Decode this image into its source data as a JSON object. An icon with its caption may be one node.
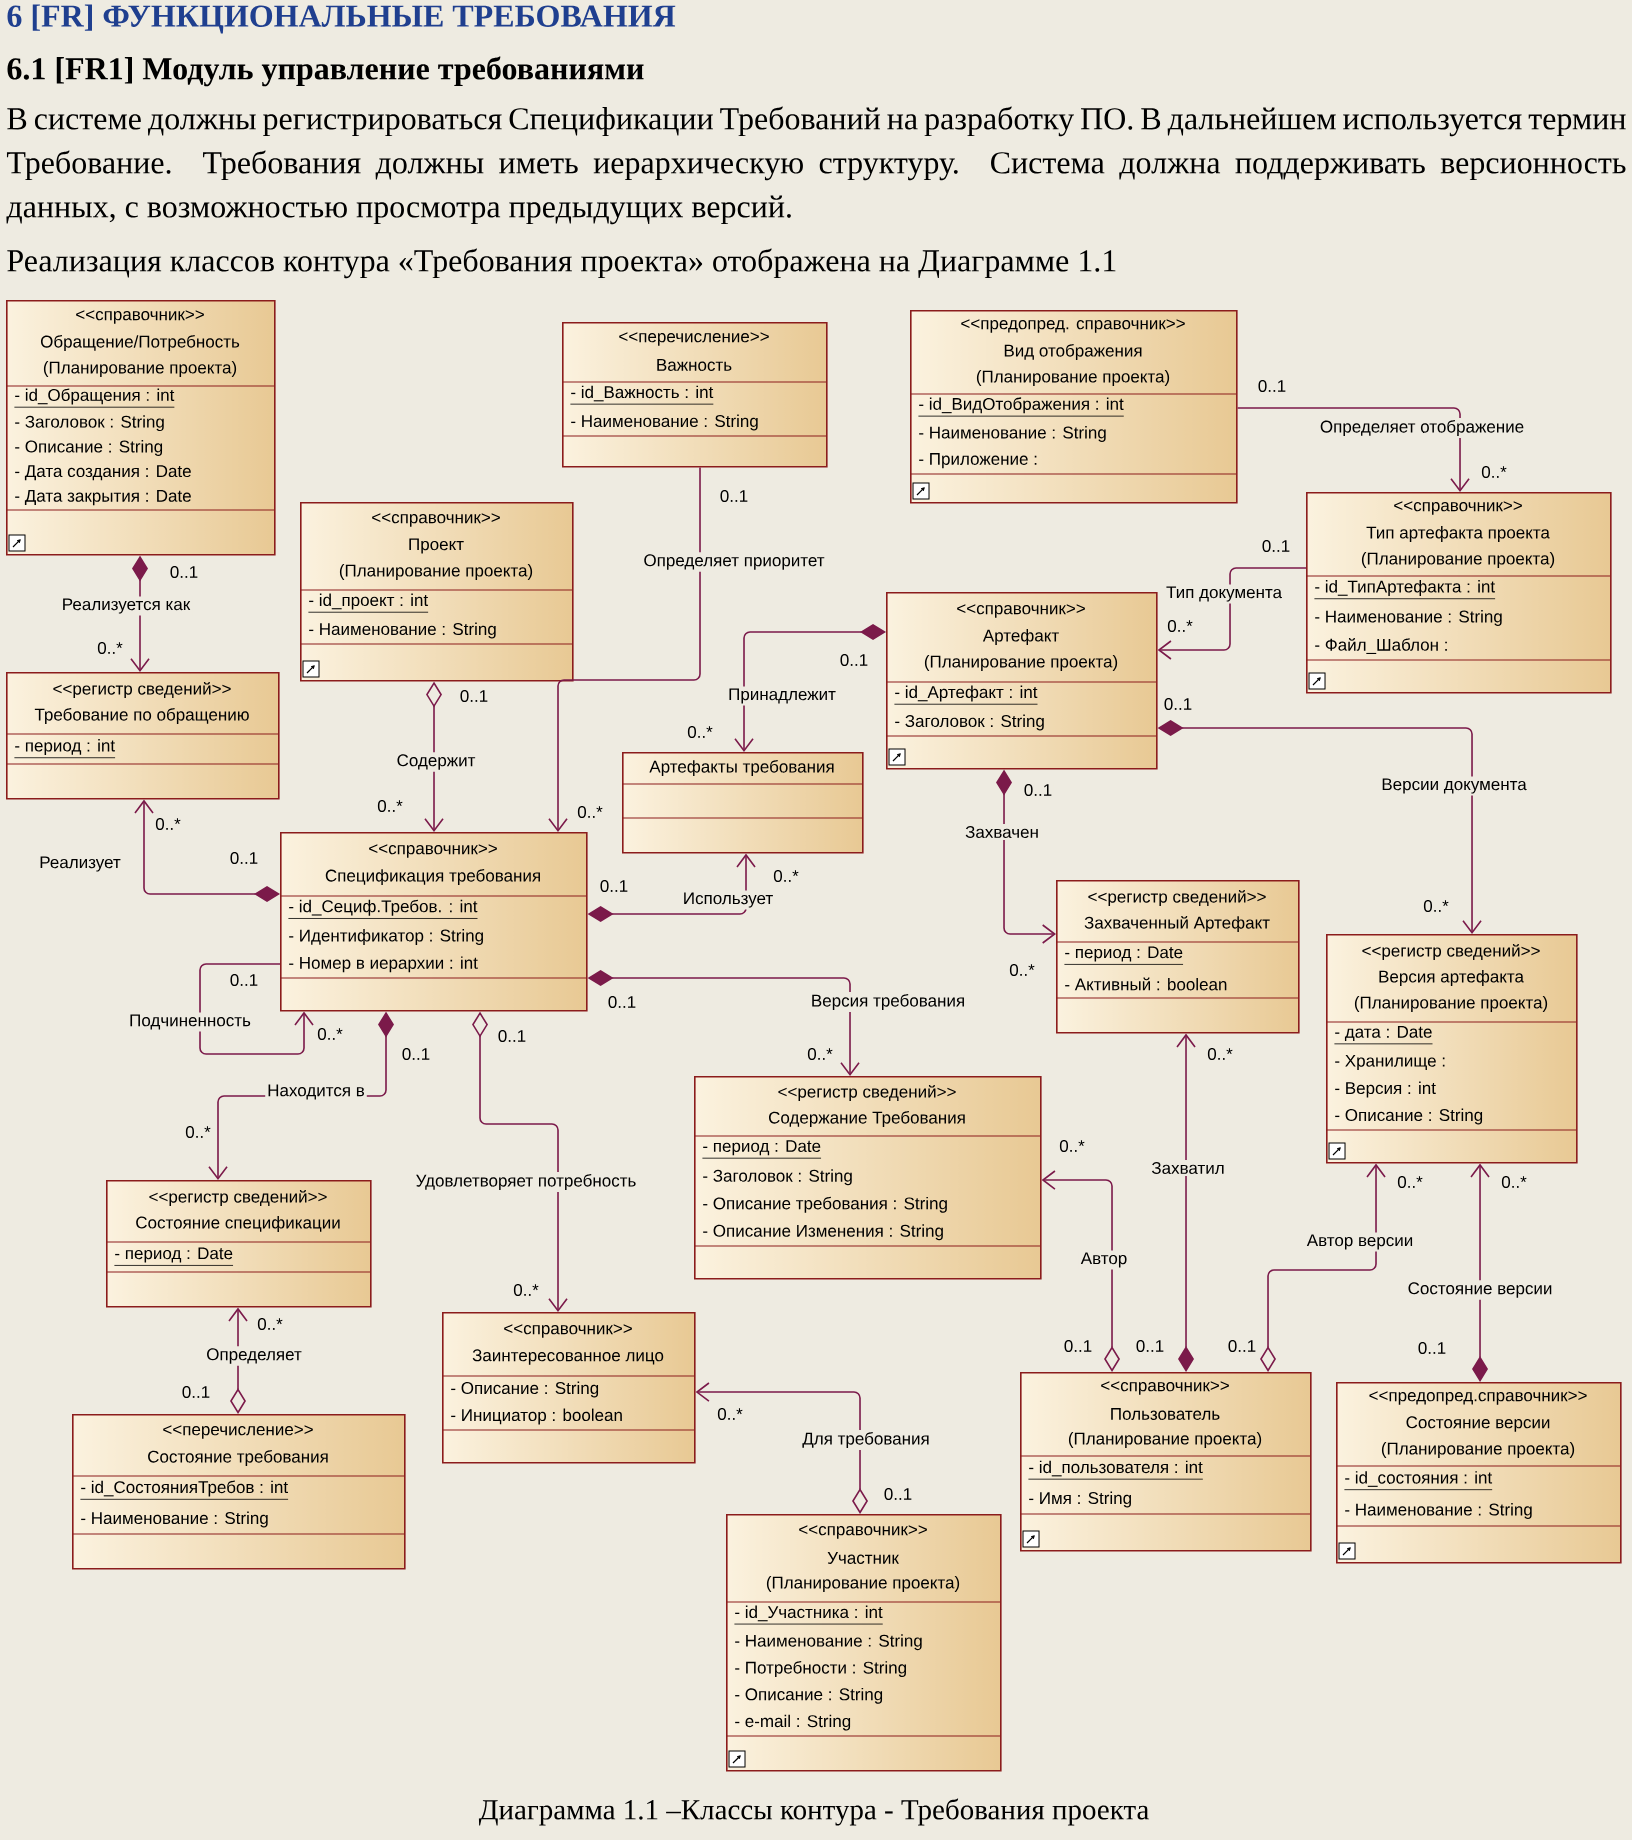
{
  "diagram": {
    "title": "6 [FR] ФУНКЦИОНАЛЬНЫЕ ТРЕБОВАНИЯ",
    "caption": "Диаграмма 1.1 –Классы контура - Требования проекта",
    "nodes": [
      {
        "text": [
          "<<справочник>>",
          "Обращение/Потребность",
          "(Планирование проекта)",
          "- id_Обращения : int",
          "- Заголовок : String",
          "- Описание : String",
          "- Дата создания : Date",
          "- Дата закрытия : Date"
        ]
      },
      {
        "text": [
          "<<перечисление>>",
          "Важность",
          "- id_Важность : int",
          "- Наименование : String"
        ]
      },
      {
        "text": [
          "<<предопред. справочник>>",
          "Вид отображения",
          "(Планирование проекта)",
          "- id_ВидОтображения : int",
          "- Наименование : String",
          "- Приложение :"
        ]
      },
      {
        "text": [
          "<<справочник>>",
          "Проект",
          "(Планирование проекта)",
          "- id_проект : int",
          "- Наименование : String"
        ]
      },
      {
        "text": [
          "<<справочник>>",
          "Тип артефакта проекта",
          "(Планирование проекта)",
          "- id_ТипАртефакта : int",
          "- Наименование : String",
          "- Файл_Шаблон :"
        ]
      },
      {
        "text": [
          "<<регистр сведений>>",
          "Требование по обращению",
          "- период : int"
        ]
      },
      {
        "text": [
          "<<справочник>>",
          "Артефакт",
          "(Планирование проекта)",
          "- id_Артефакт : int",
          "- Заголовок : String"
        ]
      },
      {
        "text": [
          "Артефакты требования"
        ]
      },
      {
        "text": [
          "<<справочник>>",
          "Спецификация требования",
          "- id_Сециф.Требов. : int",
          "- Идентификатор : String",
          "- Номер в иерархии : int"
        ]
      },
      {
        "text": [
          "<<регистр сведений>>",
          "Захваченный Артефакт",
          "- период : Date",
          "- Активный : boolean"
        ]
      },
      {
        "text": [
          "<<регистр сведений>>",
          "Версия артефакта",
          "(Планирование проекта)",
          "- дата : Date",
          "- Хранилище :",
          "- Версия : int",
          "- Описание : String"
        ]
      },
      {
        "text": [
          "<<регистр сведений>>",
          "Состояние спецификации",
          "- период : Date"
        ]
      },
      {
        "text": [
          "<<регистр сведений>>",
          "Содержание Требования",
          "- период : Date",
          "- Заголовок : String",
          "- Описание требования : String",
          "- Описание Изменения : String"
        ]
      },
      {
        "text": [
          "<<справочник>>",
          "Заинтересованное лицо",
          "- Описание : String",
          "- Инициатор : boolean"
        ]
      },
      {
        "text": [
          "<<перечисление>>",
          "Состояние требования",
          "- id_СостоянияТребов : int",
          "- Наименование : String"
        ]
      },
      {
        "text": [
          "<<справочник>>",
          "Пользователь",
          "(Планирование проекта)",
          "- id_пользователя : int",
          "- Имя : String"
        ]
      },
      {
        "text": [
          "<<предопред.справочник>>",
          "Состояние версии",
          "(Планирование проекта)",
          "- id_состояния : int",
          "- Наименование : String"
        ]
      },
      {
        "text": [
          "<<справочник>>",
          "Участник",
          "(Планирование проекта)",
          "- id_Участника : int",
          "- Наименование : String",
          "- Потребности : String",
          "- Описание : String",
          "- e-mail : String"
        ]
      }
    ],
    "edges": [
      {
        "from": 0,
        "to": 5,
        "arrow": "to",
        "label": "Реализуется как"
      },
      {
        "from": 8,
        "to": 5,
        "arrow": "to",
        "label": "Реализует"
      },
      {
        "from": 3,
        "to": 8,
        "arrow": "to",
        "label": "Содержит"
      },
      {
        "from": 1,
        "to": 8,
        "arrow": "to",
        "label": "Определяет приоритет"
      },
      {
        "from": 6,
        "to": 7,
        "arrow": "to",
        "label": "Принадлежит"
      },
      {
        "from": 8,
        "to": 7,
        "arrow": "to",
        "label": "Использует"
      },
      {
        "from": 2,
        "to": 4,
        "arrow": "to",
        "label": "Определяет отображение"
      },
      {
        "from": 4,
        "to": 6,
        "arrow": "to",
        "label": "Тип документа"
      },
      {
        "from": 6,
        "to": 9,
        "arrow": "to",
        "label": "Захвачен"
      },
      {
        "from": 6,
        "to": 10,
        "arrow": "to",
        "label": "Версии документа"
      },
      {
        "from": 8,
        "to": 8,
        "arrow": "to",
        "label": "Подчиненность"
      },
      {
        "from": 8,
        "to": 11,
        "arrow": "to",
        "label": "Находится в"
      },
      {
        "from": 8,
        "to": 13,
        "arrow": "to",
        "label": "Удовлетворяет потребность"
      },
      {
        "from": 8,
        "to": 12,
        "arrow": "to",
        "label": "Версия требования"
      },
      {
        "from": 14,
        "to": 11,
        "arrow": "to",
        "label": "Определяет"
      },
      {
        "from": 17,
        "to": 13,
        "arrow": "to",
        "label": "Для требования"
      },
      {
        "from": 15,
        "to": 12,
        "arrow": "to",
        "label": "Автор"
      },
      {
        "from": 15,
        "to": 9,
        "arrow": "to",
        "label": "Захватил"
      },
      {
        "from": 15,
        "to": 10,
        "arrow": "to",
        "label": "Автор версии"
      },
      {
        "from": 16,
        "to": 10,
        "arrow": "to",
        "label": "Состояние версии"
      }
    ],
    "labels": [
      "6.1 [FR1] Модуль управление требованиями",
      "В системе должны регистрироваться Спецификации Требований на разработку ПО. В дальнейшем используется термин Требование. Требования должны иметь иерархическую структуру. Система должна поддерживать версионность данных, с возможностью просмотра предыдущих версий.",
      "Реализация классов контура «Требования проекта» отображена на Диаграмме 1.1",
      "0..1",
      "0..*",
      "0..1",
      "0..*",
      "0..1",
      "0..*",
      "0..1",
      "0..*",
      "0..1",
      "0..*",
      "0..1",
      "0..*",
      "0..1",
      "0..*",
      "0..1",
      "0..*",
      "0..1",
      "0..*",
      "0..1",
      "0..*",
      "0..1",
      "0..*",
      "0..1",
      "0..*",
      "0..1",
      "0..*",
      "0..1",
      "0..*",
      "0..1",
      "0..*",
      "0..1",
      "0..*",
      "0..1",
      "0..*",
      "0..1",
      "0..*",
      "0..1",
      "0..*",
      "0..1",
      "0..*"
    ]
  }
}
